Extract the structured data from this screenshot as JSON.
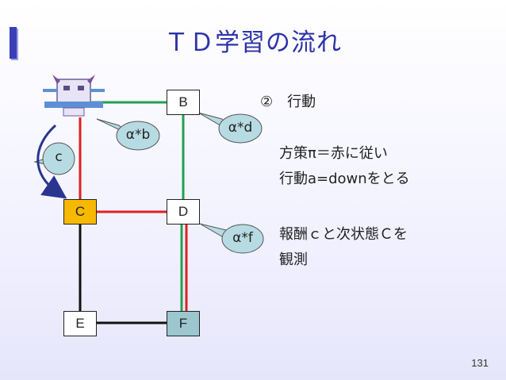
{
  "slide": {
    "title": "ＴＤ学習の流れ",
    "page_number": "131"
  },
  "nodes": {
    "B": "B",
    "C": "C",
    "D": "D",
    "E": "E",
    "F": "F"
  },
  "callouts": {
    "ab": "α*b",
    "ad": "α*d",
    "af": "α*f",
    "c": "c"
  },
  "text": {
    "step": "②　行動",
    "line1": "方策π＝赤に従い",
    "line2": "行動a=downをとる",
    "line3": "報酬ｃと次状態Ｃを",
    "line4": "観測"
  },
  "colors": {
    "title": "#2d33a8",
    "edge_green": "#22a050",
    "edge_red": "#e02020",
    "edge_black": "#111111",
    "node_C": "#f7b800",
    "node_F": "#9cc7cf",
    "callout_fill": "#b7dbe2",
    "arrow": "#2a3590"
  },
  "icons": {
    "agent": "robot-agent-icon"
  }
}
